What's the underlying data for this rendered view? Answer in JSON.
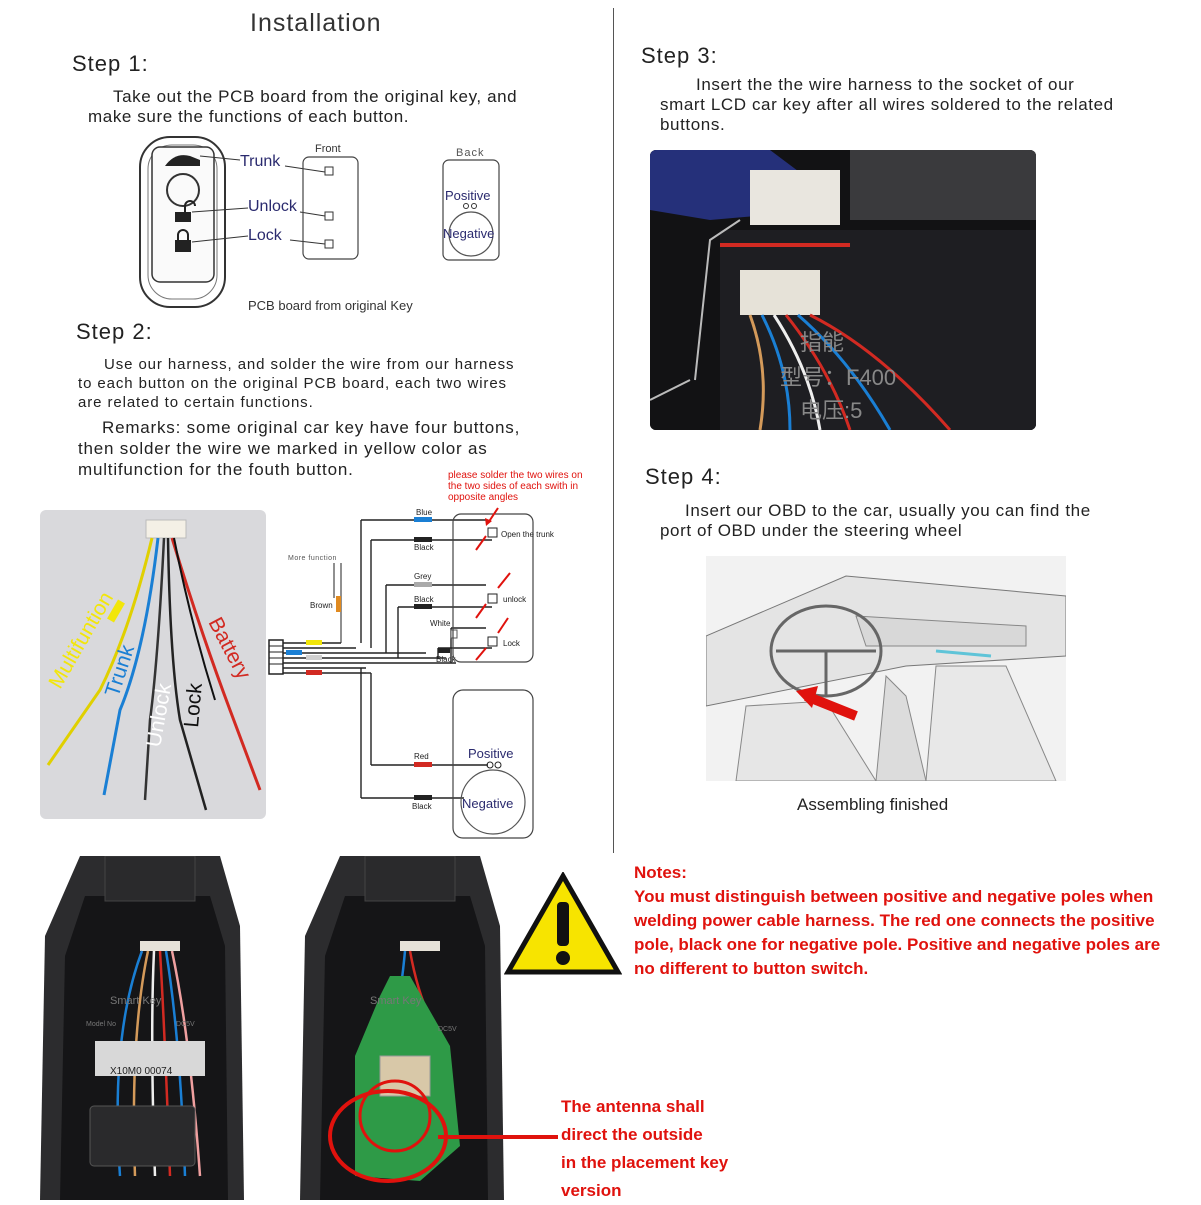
{
  "page": {
    "title": "Installation"
  },
  "step1": {
    "heading": "Step 1:",
    "text_line1": "Take out the PCB board from the original key, and",
    "text_line2": "make sure  the  functions  of  each  button.",
    "labels": {
      "trunk": "Trunk",
      "unlock": "Unlock",
      "lock": "Lock",
      "front": "Front",
      "back": "Back",
      "positive": "Positive",
      "negative": "Negative"
    },
    "caption": "PCB board from original Key"
  },
  "step2": {
    "heading": "Step 2:",
    "text_line1": "Use our harness,  and solder  the wire  from  our harness",
    "text_line2": "to each button on the original  PCB board,  each two wires",
    "text_line3": "are related to certain functions.",
    "remark_line1": "Remarks:  some  original car key  have  four buttons,",
    "remark_line2": "then solder  the  wire  we  marked  in  yellow color as",
    "remark_line3": "multifunction for  the fouth  button.",
    "photo_labels": {
      "multi": "Multifuntion",
      "trunk": "Trunk",
      "unlock": "Unlock",
      "lock": "Lock",
      "battery": "Battery"
    },
    "diagram": {
      "note_line1": "please solder the two wires on",
      "note_line2": "the two sides of each swith in",
      "note_line3": "opposite angles",
      "more_function": "More function",
      "brown": "Brown",
      "blue": "Blue",
      "black": "Black",
      "grey": "Grey",
      "white": "White",
      "red": "Red",
      "open_trunk": "Open  the  trunk",
      "unlock": "unlock",
      "lock": "Lock",
      "positive": "Positive",
      "negative": "Negative"
    }
  },
  "step3": {
    "heading": "Step  3:",
    "text_line1": "Insert the  the wire harness to the socket of our",
    "text_line2": "smart LCD car key after all wires soldered to the related",
    "text_line3": "buttons.",
    "photo_text1": "指能",
    "photo_text2": "型号：F400",
    "photo_text3": "电压:5"
  },
  "step4": {
    "heading": "Step  4:",
    "text_line1": "Insert  our  OBD    to  the  car,   usually you can find the",
    "text_line2": "port of  OBD  under  the  steering  wheel",
    "caption": "Assembling finished"
  },
  "bottom": {
    "notes_title": "Notes:",
    "notes_line1": "You must distinguish between positive and negative poles when",
    "notes_line2": "welding power cable harness. The red one connects the positive",
    "notes_line3": "pole, black one for negative pole. Positive and negative poles are",
    "notes_line4": "no different to button switch.",
    "antenna_line1": "The antenna shall",
    "antenna_line2": "direct the outside",
    "antenna_line3": "in the placement key",
    "antenna_line4": "version",
    "key_label1": "Smart Key",
    "key_label2": "Model No",
    "key_label3": "DC5V",
    "key_barcode": "X10M0 00074"
  },
  "colors": {
    "note_red": "#e0120d",
    "wire_blue": "#1a7fd4",
    "wire_red": "#d22a22",
    "wire_yellow": "#f2e60a",
    "pcb_green": "#2e9a47",
    "warning_yellow": "#f7e400"
  }
}
